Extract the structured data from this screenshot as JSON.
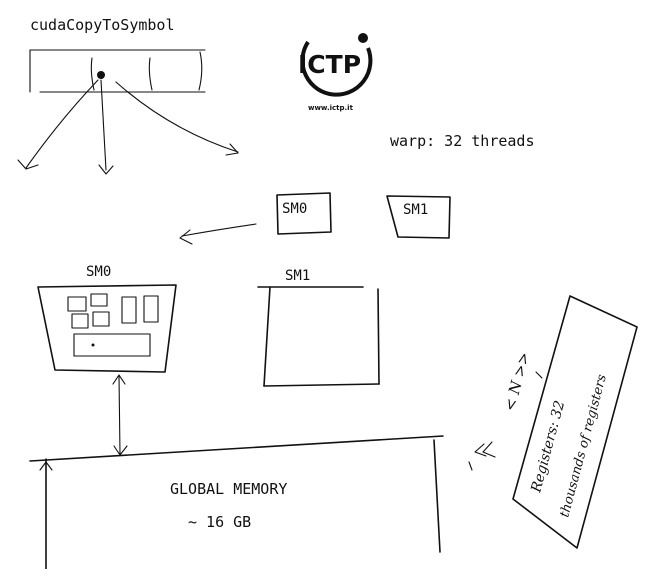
{
  "top_left_title": "cudaCopyToSymbol",
  "logo": {
    "text": "ICTP",
    "url": "www.ictp.it"
  },
  "warp_label": "warp: 32 threads",
  "sm_small": [
    "SM0",
    "SM1"
  ],
  "sm_large": [
    "SM0",
    "SM1"
  ],
  "global_memory": {
    "title": "GLOBAL MEMORY",
    "size": "~ 16 GB"
  },
  "side_note": {
    "registers_line": "Registers: 32",
    "thousands_line": "thousands of registers",
    "rotated_marks": "< N >>"
  }
}
